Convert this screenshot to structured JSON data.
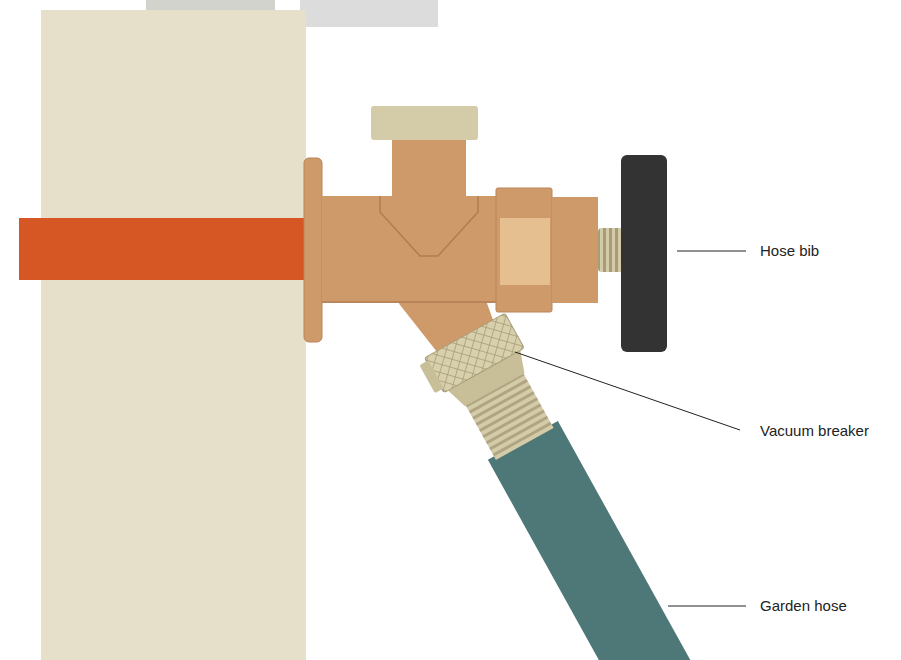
{
  "diagram": {
    "labels": [
      "Hose bib",
      "Vacuum breaker",
      "Garden hose"
    ]
  }
}
